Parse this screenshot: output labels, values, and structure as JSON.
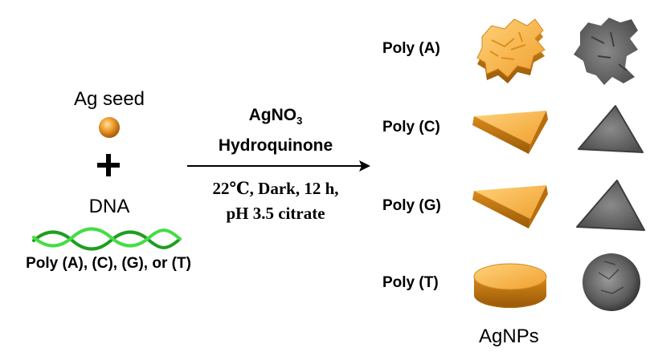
{
  "left": {
    "seed_label": "Ag seed",
    "plus": "+",
    "dna_label": "DNA",
    "dna_options": "Poly (A), (C), (G), or (T)"
  },
  "reaction": {
    "reagent1_main": "AgNO",
    "reagent1_sub": "3",
    "reagent2": "Hydroquinone",
    "conditions1": "22℃, Dark, 12 h,",
    "conditions2": "pH 3.5 citrate"
  },
  "products": [
    {
      "label": "Poly (A)",
      "shape": "flower-plate"
    },
    {
      "label": "Poly (C)",
      "shape": "triangle-plate"
    },
    {
      "label": "Poly (G)",
      "shape": "triangle-plate"
    },
    {
      "label": "Poly (T)",
      "shape": "round-disk"
    }
  ],
  "products_label": "AgNPs",
  "colors": {
    "gold": "#f5a623",
    "gold_dark": "#c47a10",
    "dna_green": "#33cc33",
    "tem_gray": "#6a6a6a"
  }
}
